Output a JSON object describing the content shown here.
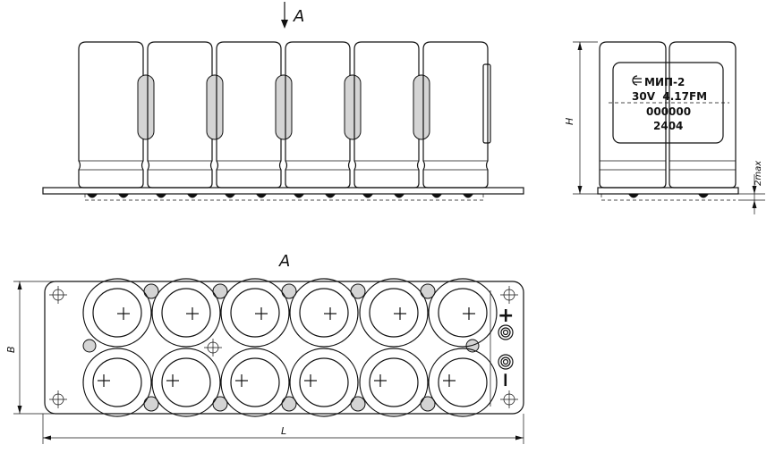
{
  "views": {
    "view_arrow_label": "A",
    "top_view_title": "A"
  },
  "dimensions": {
    "height": "H",
    "lead_height": "2max",
    "width": "B",
    "length": "L"
  },
  "nameplate": {
    "line1": "МИП-2",
    "line2": "30V  4.17FM",
    "line3": "000000",
    "line4": "2404"
  },
  "terminals": {
    "positive": "+",
    "negative": "−"
  }
}
